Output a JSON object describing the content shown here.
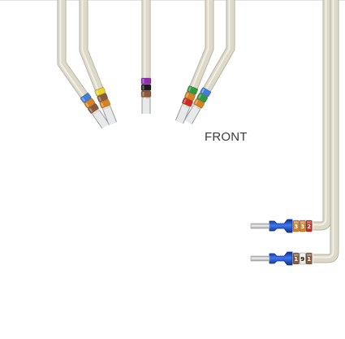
{
  "label": {
    "front": "FRONT"
  },
  "colors": {
    "insulation": "#ddd9c9",
    "insulation_edge": "#b9b4a2",
    "insulation_highlight": "#f3f1e8",
    "conductor": "#c9cbcc",
    "conductor_edge": "#9a9c9e",
    "terminal_blue": "#1f56d6",
    "terminal_blue_dark": "#0e2f8a",
    "ring_yellow": "#e8d227",
    "ring_blue": "#3d7fd9",
    "ring_orange": "#d9801f",
    "ring_brown": "#8b5a3a",
    "ring_purple": "#8e2fb0",
    "ring_black": "#1c1c1c",
    "ring_green": "#2f9a3c",
    "ring_red": "#d2281f",
    "ring_white": "#efece4",
    "ring_tan": "#d7b98a"
  },
  "wires": [
    {
      "name": "wire-left-outer",
      "markers": [
        "ring_blue",
        "ring_orange",
        "ring_brown"
      ]
    },
    {
      "name": "wire-left-inner",
      "markers": [
        "ring_yellow",
        "ring_brown",
        "ring_orange"
      ]
    },
    {
      "name": "wire-center",
      "markers": [
        "ring_purple",
        "ring_black",
        "ring_brown"
      ]
    },
    {
      "name": "wire-right-inner",
      "markers": [
        "ring_green",
        "ring_orange",
        "ring_red"
      ]
    },
    {
      "name": "wire-right-outer",
      "markers": [
        "ring_blue",
        "ring_green",
        "ring_orange"
      ]
    }
  ],
  "terminals": [
    {
      "name": "terminal-upper",
      "markers": [
        {
          "digit": "3",
          "color": "ring_orange"
        },
        {
          "digit": "3",
          "color": "ring_orange"
        },
        {
          "digit": "2",
          "color": "ring_red"
        }
      ]
    },
    {
      "name": "terminal-lower",
      "markers": [
        {
          "digit": "1",
          "color": "ring_brown"
        },
        {
          "digit": "9",
          "color": "ring_white"
        },
        {
          "digit": "1",
          "color": "ring_brown"
        }
      ]
    }
  ]
}
